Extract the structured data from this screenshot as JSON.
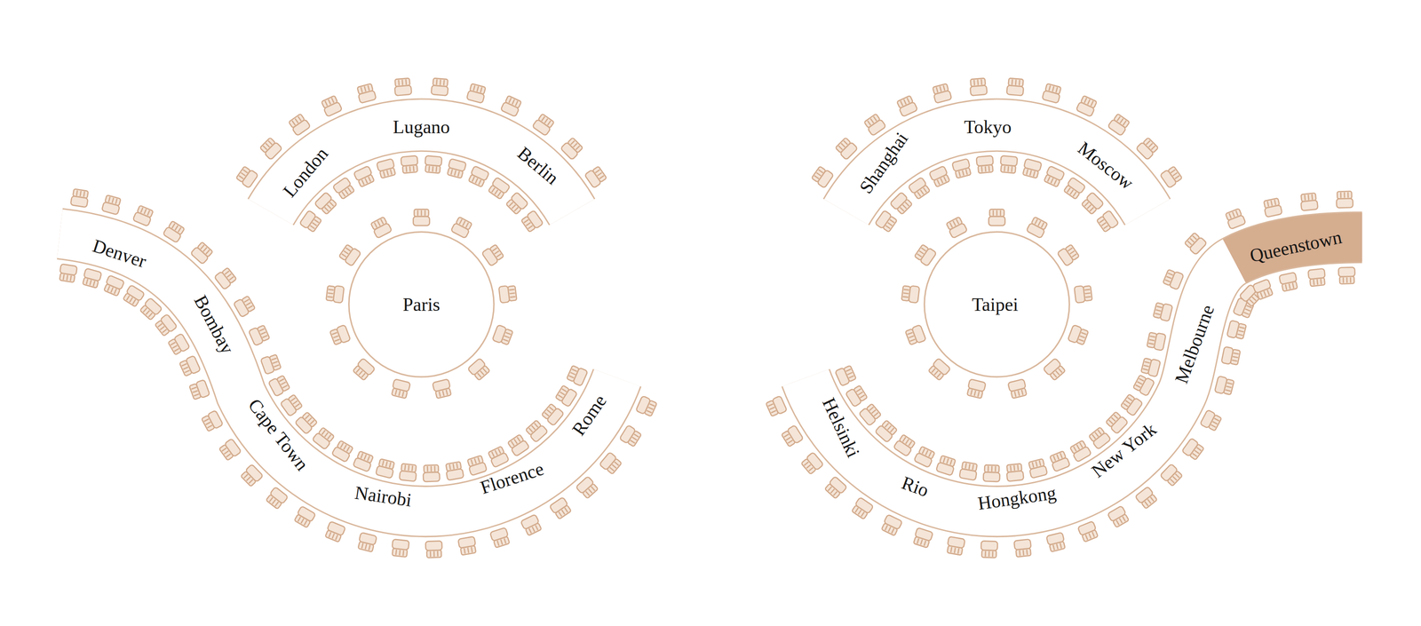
{
  "diagram": {
    "nodes": [
      {
        "text": [
          "London",
          "Lugano",
          "Berlin"
        ]
      },
      {
        "text": [
          "Paris"
        ]
      },
      {
        "text": [
          "Denver",
          "Bombay",
          "Cape Town",
          "Nairobi",
          "Florence",
          "Rome"
        ]
      },
      {
        "text": [
          "Shanghai",
          "Tokyo",
          "Moscow"
        ]
      },
      {
        "text": [
          "Taipei"
        ]
      },
      {
        "text": [
          "Helsinki",
          "Rio",
          "Hongkong",
          "New York",
          "Melbourne"
        ]
      },
      {
        "text": [
          "Queenstown"
        ]
      }
    ]
  }
}
